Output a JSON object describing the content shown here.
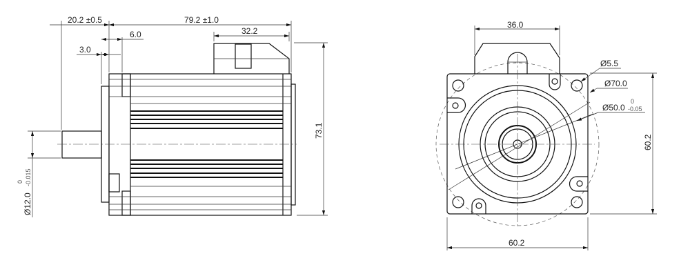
{
  "side_view": {
    "dim_shaft_length": "20.2 ±0.5",
    "dim_body_length": "79.2 ±1.0",
    "dim_connector_length": "32.2",
    "dim_flange_step": "6.0",
    "dim_flange_thickness": "3.0",
    "dim_height": "73.1",
    "dim_shaft_diameter": "Ø12.0",
    "shaft_tol_upper": "0",
    "shaft_tol_lower": "-0.015"
  },
  "front_view": {
    "dim_connector_width": "36.0",
    "dim_hole_diameter": "Ø5.5",
    "dim_bolt_circle": "Ø70.0",
    "dim_pilot_diameter": "Ø50.0",
    "pilot_tol_upper": "0",
    "pilot_tol_lower": "-0.05",
    "dim_width": "60.2",
    "dim_height": "60.2"
  }
}
